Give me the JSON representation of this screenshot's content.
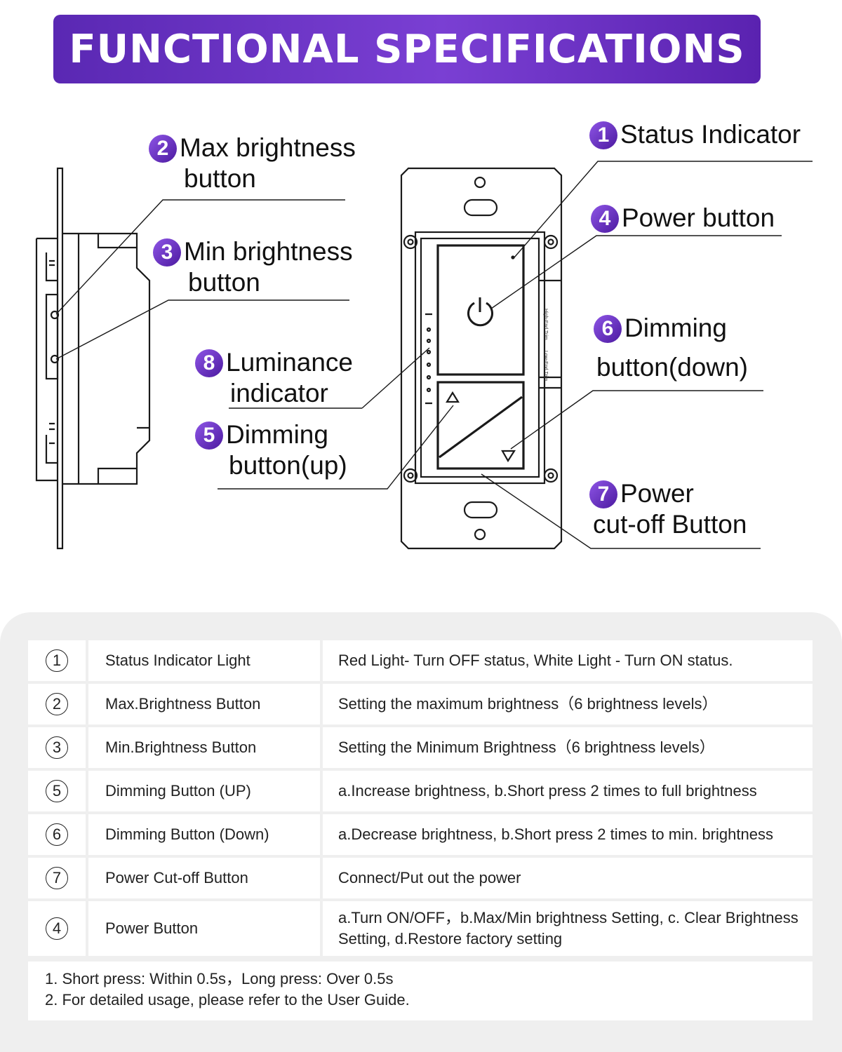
{
  "header": {
    "title": "FUNCTIONAL SPECIFICATIONS"
  },
  "callouts": {
    "c1": {
      "num": "1",
      "line1": "Status Indicator",
      "line2": ""
    },
    "c2": {
      "num": "2",
      "line1": "Max brightness",
      "line2": "button"
    },
    "c3": {
      "num": "3",
      "line1": "Min brightness",
      "line2": "button"
    },
    "c4": {
      "num": "4",
      "line1": "Power button",
      "line2": ""
    },
    "c5": {
      "num": "5",
      "line1": "Dimming",
      "line2": "button(up)"
    },
    "c6": {
      "num": "6",
      "line1": "Dimming",
      "line2": "button(down)"
    },
    "c7": {
      "num": "7",
      "line1": "Power",
      "line2": "cut-off Button"
    },
    "c8": {
      "num": "8",
      "line1": "Luminance",
      "line2": "indicator"
    }
  },
  "switch_labels": {
    "high_end": "High-End Trim",
    "low_end": "Low-End Trim"
  },
  "table": {
    "rows": [
      {
        "num": "1",
        "name": "Status Indicator Light",
        "desc": "Red Light- Turn OFF status, White Light - Turn ON status."
      },
      {
        "num": "2",
        "name": "Max.Brightness Button",
        "desc": "Setting the maximum brightness（6 brightness levels）"
      },
      {
        "num": "3",
        "name": "Min.Brightness Button",
        "desc": "Setting the Minimum Brightness（6 brightness levels）"
      },
      {
        "num": "5",
        "name": "Dimming Button (UP)",
        "desc": "a.Increase brightness, b.Short press 2 times to full brightness"
      },
      {
        "num": "6",
        "name": "Dimming Button (Down)",
        "desc": "a.Decrease brightness, b.Short press 2 times to min. brightness"
      },
      {
        "num": "7",
        "name": "Power Cut-off Button",
        "desc": "Connect/Put out the power"
      },
      {
        "num": "4",
        "name": "Power Button",
        "desc": "a.Turn ON/OFF，b.Max/Min brightness Setting, c. Clear Brightness Setting, d.Restore factory setting"
      }
    ]
  },
  "notes": [
    "1. Short press: Within 0.5s，Long press: Over 0.5s",
    "2. For detailed usage, please refer to the User Guide."
  ],
  "colors": {
    "banner_start": "#5a28b3",
    "banner_end": "#7a3fd3",
    "badge": "#6a35c8",
    "table_bg": "#efefef"
  }
}
